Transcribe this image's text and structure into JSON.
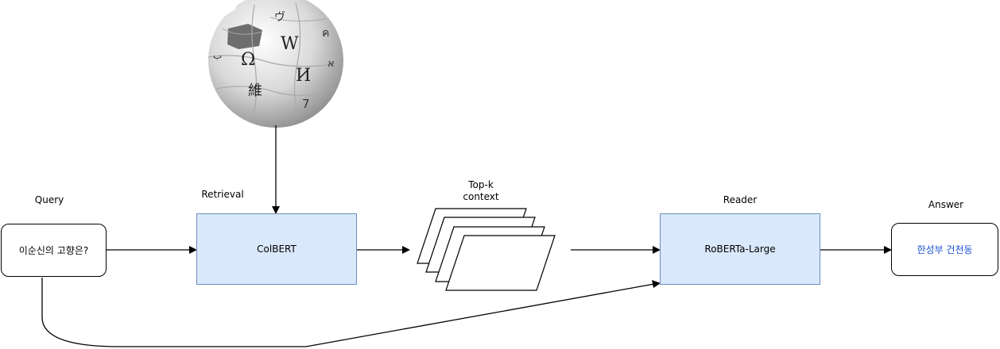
{
  "labels": {
    "query": "Query",
    "retrieval": "Retrieval",
    "topk_line1": "Top-k",
    "topk_line2": "context",
    "reader": "Reader",
    "answer": "Answer"
  },
  "nodes": {
    "query_text": "이순신의 고향은?",
    "retrieval_model": "ColBERT",
    "reader_model": "RoBERTa-Large",
    "answer_text": "한성부 건천동"
  },
  "globe_glyphs": {
    "omega": "Ω",
    "w": "W",
    "i": "И",
    "wei": "維",
    "vu": "ヴ",
    "ka": "ค",
    "alef": "א",
    "seven": "7",
    "ba": "ب"
  },
  "colors": {
    "model_box_fill": "#dae8fc",
    "model_box_stroke": "#6c8ebf",
    "answer_text": "#1a4fd6"
  }
}
